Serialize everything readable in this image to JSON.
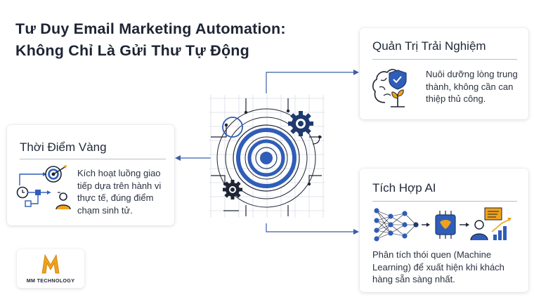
{
  "title": {
    "line1": "Tư Duy Email Marketing Automation:",
    "line2": "Không Chỉ Là Gửi Thư Tự Động"
  },
  "cards": {
    "experience": {
      "title": "Quản Trị Trải Nghiệm",
      "lines": [
        "Nuôi dưỡng lòng trung",
        "thành, không cần can",
        "thiệp thủ công."
      ]
    },
    "golden_time": {
      "title": "Thời Điểm Vàng",
      "lines": [
        "Kích hoạt luồng giao",
        "tiếp dựa trên hành vi",
        "thực tế, đúng điểm",
        "chạm sinh tử."
      ]
    },
    "ai": {
      "title": "Tích Hợp AI",
      "lines": [
        "Phân tích thói quen (Machine",
        "Learning) để xuất hiện khi khách",
        "hàng sẵn sàng nhất."
      ]
    }
  },
  "logo": {
    "letter": "M",
    "text": "MM TECHNOLOGY"
  },
  "colors": {
    "navy": "#1e3a6e",
    "blue": "#2f5db8",
    "gold": "#f0a21a",
    "text": "#1e2433"
  },
  "icons": [
    "brain-shield-icon",
    "target-flow-icon",
    "neural-network-icon",
    "chip-icon",
    "person-chart-icon",
    "gear-icon",
    "target-icon"
  ]
}
